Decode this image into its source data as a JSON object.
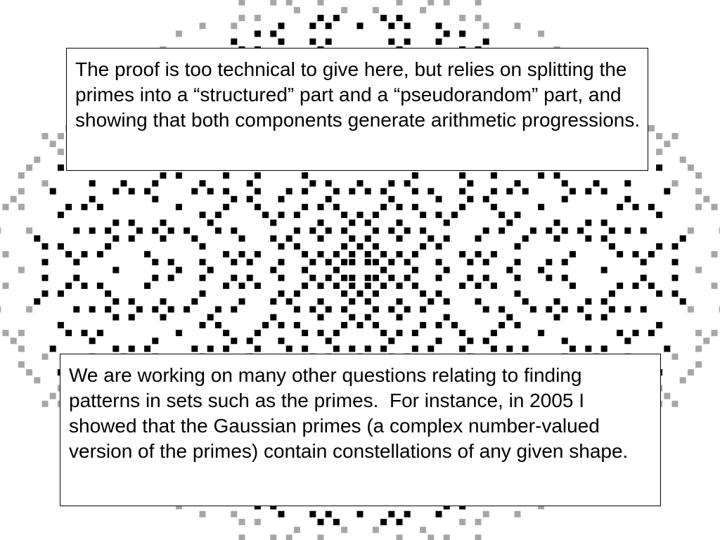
{
  "slide": {
    "background_pattern": "gaussian-primes-dot-pattern",
    "pattern_color": "#000000",
    "background_color": "#ffffff",
    "top_text": "The proof is too technical to give here, but relies on splitting the primes into a “structured” part and a “pseudorandom” part, and showing that both components generate arithmetic progressions.",
    "bottom_text": "We are working on many other questions relating to finding patterns in sets such as the primes.  For instance, in 2005 I showed that the Gaussian primes (a complex number-valued version of the primes) contain constellations of any given shape."
  }
}
